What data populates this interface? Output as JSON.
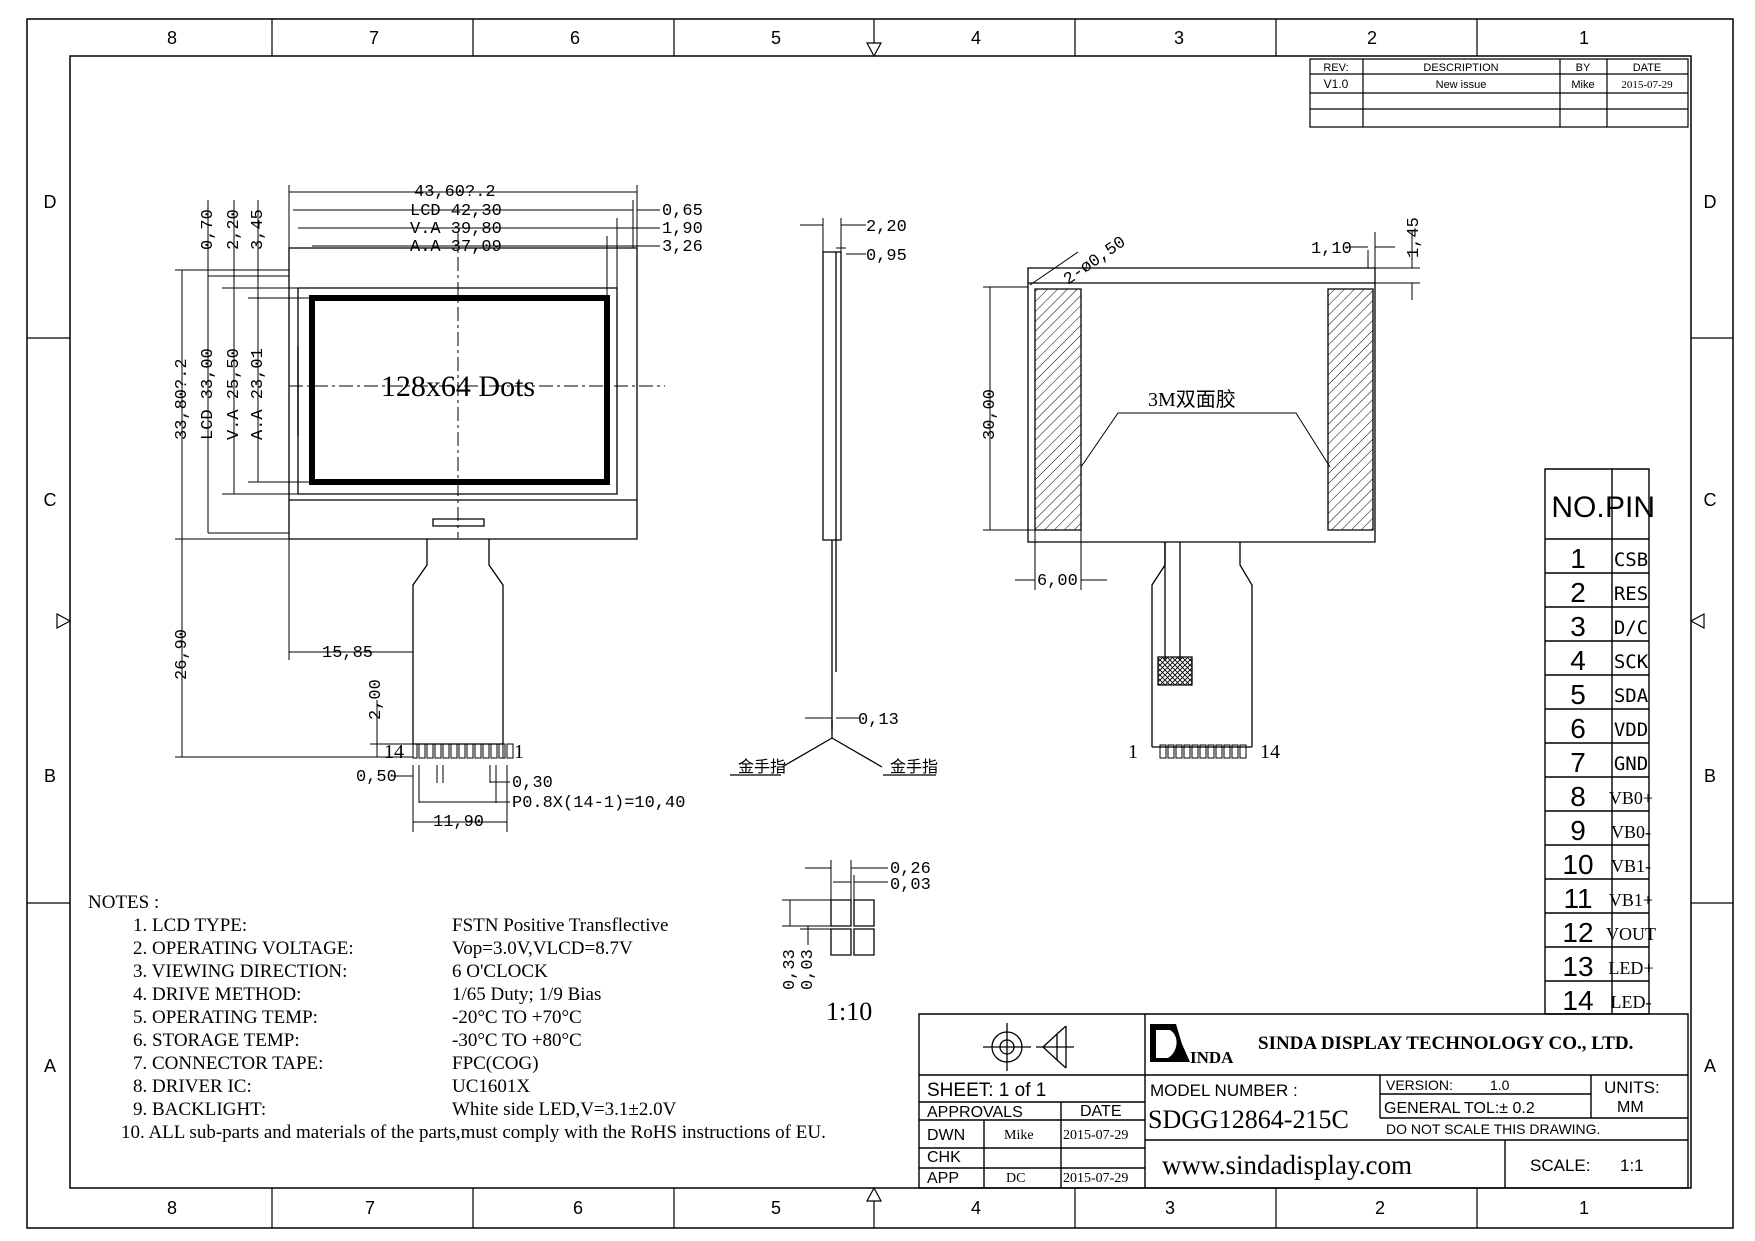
{
  "border": {
    "columns": [
      "8",
      "7",
      "6",
      "5",
      "4",
      "3",
      "2",
      "1"
    ],
    "rows": [
      "D",
      "C",
      "B",
      "A"
    ]
  },
  "revision": {
    "headers": [
      "REV:",
      "DESCRIPTION",
      "BY",
      "DATE"
    ],
    "rows": [
      [
        "V1.0",
        "New issue",
        "Mike",
        "2015-07-29"
      ]
    ]
  },
  "front_view": {
    "dims": {
      "overall_w": "43,60?.2",
      "lcd_w": "LCD 42,30",
      "va_w": "V.A 39,80",
      "aa_w": "A.A 37,09",
      "r065": "0,65",
      "r190": "1,90",
      "r326": "3,26",
      "t070": "0,70",
      "t220": "2,20",
      "t345": "3,45",
      "overall_h": "33,80?.2",
      "lcd_h": "LCD 33,00",
      "va_h": "V.A 25,50",
      "aa_h": "A.A 23,01",
      "fpc_len": "26,90",
      "fpc_off": "15,85",
      "pad_h": "2,00",
      "pad_w": "0,50",
      "pad_gap": "0,30",
      "pitch": "P0.8X(14-1)=10,40",
      "fpc_w": "11,90"
    },
    "dots_label": "128x64 Dots",
    "pin_left": "14",
    "pin_right": "1"
  },
  "side_view": {
    "dims": {
      "t220": "2,20",
      "t095": "0,95",
      "t013": "0,13"
    },
    "gold_left": "金手指",
    "gold_right": "金手指"
  },
  "back_view": {
    "dims": {
      "holes": "2-ø0,50",
      "w110": "1,10",
      "w145": "1,45",
      "h3000": "30,00",
      "w600": "6,00"
    },
    "tape_label": "3M双面胶",
    "pin_left": "1",
    "pin_right": "14"
  },
  "detail": {
    "dims": {
      "d026": "0,26",
      "d003a": "0,03",
      "d033": "0,33",
      "d003b": "0,03"
    },
    "scale": "1:10"
  },
  "notes": {
    "title": "NOTES :",
    "items": [
      {
        "label": "1. LCD TYPE:",
        "value": "FSTN  Positive Transflective"
      },
      {
        "label": "2. OPERATING VOLTAGE:",
        "value": "Vop=3.0V,VLCD=8.7V"
      },
      {
        "label": "3. VIEWING DIRECTION:",
        "value": "6 O'CLOCK"
      },
      {
        "label": "4. DRIVE METHOD:",
        "value": "1/65 Duty; 1/9 Bias"
      },
      {
        "label": "5. OPERATING TEMP:",
        "value": "-20°C TO +70°C"
      },
      {
        "label": "6. STORAGE TEMP:",
        "value": "-30°C TO +80°C"
      },
      {
        "label": "7. CONNECTOR TAPE:",
        "value": "FPC(COG)"
      },
      {
        "label": "8. DRIVER IC:",
        "value": "UC1601X"
      },
      {
        "label": "9. BACKLIGHT:",
        "value": "White side LED,V=3.1±2.0V"
      }
    ],
    "last": "10. ALL sub-parts and materials of the parts,must comply with the RoHS instructions of EU."
  },
  "pin_table": {
    "header_no": "NO.",
    "header_pin": "PIN",
    "rows": [
      {
        "no": "1",
        "pin": "CSB"
      },
      {
        "no": "2",
        "pin": "RES"
      },
      {
        "no": "3",
        "pin": "D/C"
      },
      {
        "no": "4",
        "pin": "SCK"
      },
      {
        "no": "5",
        "pin": "SDA"
      },
      {
        "no": "6",
        "pin": "VDD"
      },
      {
        "no": "7",
        "pin": "GND"
      },
      {
        "no": "8",
        "pin": "VB0+"
      },
      {
        "no": "9",
        "pin": "VB0-"
      },
      {
        "no": "10",
        "pin": "VB1-"
      },
      {
        "no": "11",
        "pin": "VB1+"
      },
      {
        "no": "12",
        "pin": "VOUT"
      },
      {
        "no": "13",
        "pin": "LED+"
      },
      {
        "no": "14",
        "pin": "LED-"
      }
    ]
  },
  "title_block": {
    "sheet": "SHEET:  1  of  1",
    "approvals": "APPROVALS",
    "date_hdr": "DATE",
    "dwn": "DWN",
    "dwn_name": "Mike",
    "dwn_date": "2015-07-29",
    "chk": "CHK",
    "app": "APP",
    "app_name": "DC",
    "app_date": "2015-07-29",
    "logo_text": "INDA",
    "company": "SINDA DISPLAY  TECHNOLOGY  CO., LTD.",
    "model_label": "MODEL  NUMBER  :",
    "model": "SDGG12864-215C",
    "version_label": "VERSION:",
    "version": "1.0",
    "tol": "GENERAL  TOL:± 0.2",
    "units_label": "UNITS:",
    "units": "MM",
    "noscale": "DO  NOT  SCALE  THIS  DRAWING.",
    "website": "www.sindadisplay.com",
    "scale_label": "SCALE:",
    "scale": "1:1"
  }
}
